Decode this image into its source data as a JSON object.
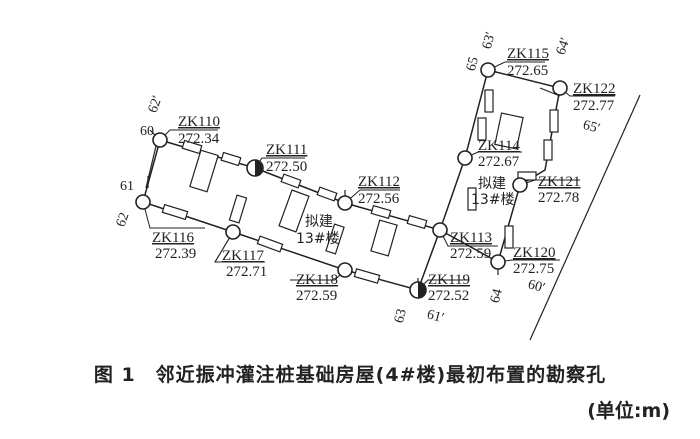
{
  "caption": "图 1　邻近振冲灌注桩基础房屋(4#楼)最初布置的勘察孔",
  "unit": "(单位:m)",
  "building_label_1": {
    "line1": "拟建",
    "line2": "13#楼"
  },
  "building_label_2": {
    "line1": "拟建",
    "line2": "13#楼"
  },
  "boreholes": [
    {
      "id": "ZK110",
      "value": "272.34"
    },
    {
      "id": "ZK111",
      "value": "272.50"
    },
    {
      "id": "ZK112",
      "value": "272.56"
    },
    {
      "id": "ZK113",
      "value": "272.59"
    },
    {
      "id": "ZK114",
      "value": "272.67"
    },
    {
      "id": "ZK115",
      "value": "272.65"
    },
    {
      "id": "ZK116",
      "value": "272.39"
    },
    {
      "id": "ZK117",
      "value": "272.71"
    },
    {
      "id": "ZK118",
      "value": "272.59"
    },
    {
      "id": "ZK119",
      "value": "272.52"
    },
    {
      "id": "ZK120",
      "value": "272.75"
    },
    {
      "id": "ZK121",
      "value": "272.78"
    },
    {
      "id": "ZK122",
      "value": "272.77"
    }
  ],
  "axis_labels": {
    "a60": "60",
    "a61": "61",
    "a62": "62",
    "a62p": "62′",
    "a63": "63",
    "a63p": "63′",
    "a64": "64",
    "a64p": "64′",
    "a65": "65",
    "a65p": "65′",
    "a60p": "60′",
    "a61p": "61′"
  }
}
